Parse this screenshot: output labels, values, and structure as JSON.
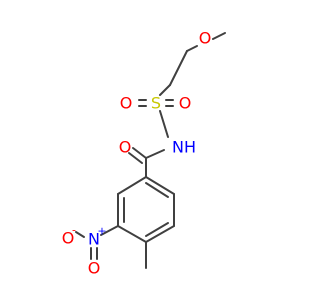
{
  "atoms": {
    "ether_oxygen": "O",
    "sulfur": "S",
    "sulfonyl_oxygen_left": "O",
    "sulfonyl_oxygen_right": "O",
    "amide_oxygen": "O",
    "amide_nitrogen": "N",
    "amide_hydrogen": "H",
    "nitro_nitrogen": "N",
    "nitro_nitrogen_charge": "+",
    "nitro_oxygen_left": "O",
    "nitro_oxygen_left_charge": "-",
    "nitro_oxygen_bottom": "O"
  },
  "colors": {
    "bond": "#404040",
    "oxygen": "#ff0000",
    "nitrogen": "#0000ff",
    "sulfur": "#c8c800"
  }
}
